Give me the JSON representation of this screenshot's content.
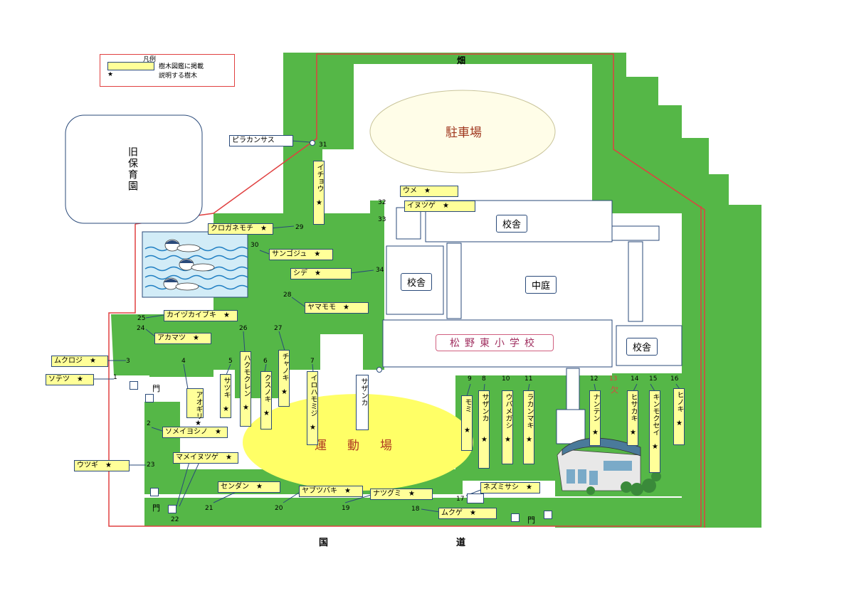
{
  "legend": {
    "title": "凡例",
    "line1": "樹木図鑑に掲載",
    "line2": "説明する樹木",
    "star": "★"
  },
  "places": {
    "field": "畑",
    "parking": "駐車場",
    "former_nursery": "旧保育園",
    "school_building_1": "校舎",
    "school_building_2": "校舎",
    "school_building_3": "校舎",
    "courtyard": "中庭",
    "school_name": "松野東小学校",
    "playground": "運　動　場",
    "gate": "門",
    "road_left": "国",
    "road_right": "道"
  },
  "trees_h": [
    {
      "num": "31",
      "name": "ピラカンサス",
      "star": ""
    },
    {
      "num": "32",
      "name": "ウメ",
      "star": "★"
    },
    {
      "num": "33",
      "name": "イヌツゲ",
      "star": "★"
    },
    {
      "num": "29",
      "name": "クロガネモチ",
      "star": "★"
    },
    {
      "num": "30",
      "name": "サンゴジュ",
      "star": "★"
    },
    {
      "num": "34",
      "name": "シデ",
      "star": "★"
    },
    {
      "num": "28",
      "name": "ヤマモモ",
      "star": "★"
    },
    {
      "num": "25",
      "name": "カイヅカイブキ",
      "star": "★"
    },
    {
      "num": "24",
      "name": "アカマツ",
      "star": "★"
    },
    {
      "num": "3",
      "name": "ムクロジ",
      "star": "★"
    },
    {
      "num": "1",
      "name": "ソテツ",
      "star": "★"
    },
    {
      "num": "2",
      "name": "ソメイヨシノ",
      "star": "★"
    },
    {
      "num": "22",
      "name": "マメイヌツゲ",
      "star": "★"
    },
    {
      "num": "23",
      "name": "ウツギ",
      "star": "★"
    },
    {
      "num": "21",
      "name": "センダン",
      "star": "★"
    },
    {
      "num": "20",
      "name": "ヤブツバキ",
      "star": "★"
    },
    {
      "num": "19",
      "name": "ナツグミ",
      "star": "★"
    },
    {
      "num": "17",
      "name": "ネズミサシ",
      "star": "★"
    },
    {
      "num": "18",
      "name": "ムクゲ",
      "star": "★"
    }
  ],
  "trees_v": [
    {
      "num": "31",
      "name": "イチョウ",
      "star": "★"
    },
    {
      "num": "4",
      "name": "アオギリ",
      "star": "★"
    },
    {
      "num": "5",
      "name": "サツキ",
      "star": "★"
    },
    {
      "num": "26",
      "name": "ハクモクレン",
      "star": "★"
    },
    {
      "num": "6",
      "name": "クスノキ",
      "star": "★"
    },
    {
      "num": "27",
      "name": "チャノキ",
      "star": "★"
    },
    {
      "num": "7",
      "name": "イロハモミジ",
      "star": "★"
    },
    {
      "num": "",
      "name": "サザンカ",
      "star": ""
    },
    {
      "num": "9",
      "name": "モミ",
      "star": "★"
    },
    {
      "num": "8",
      "name": "サザンカ",
      "star": "★"
    },
    {
      "num": "10",
      "name": "ウバメガシ",
      "star": "★"
    },
    {
      "num": "11",
      "name": "ラカンマキ",
      "star": "★"
    },
    {
      "num": "12",
      "name": "ナンテン",
      "star": "★"
    },
    {
      "num": "13",
      "name": "欠",
      "star": ""
    },
    {
      "num": "14",
      "name": "ヒサカキ",
      "star": "★"
    },
    {
      "num": "15",
      "name": "キンモクセイ",
      "star": "★"
    },
    {
      "num": "16",
      "name": "ヒノキ",
      "star": "★"
    }
  ],
  "colors": {
    "green": "#55b747",
    "boundary": "#e04040",
    "label_fill": "#ffff99",
    "playground": "#ffff66"
  }
}
